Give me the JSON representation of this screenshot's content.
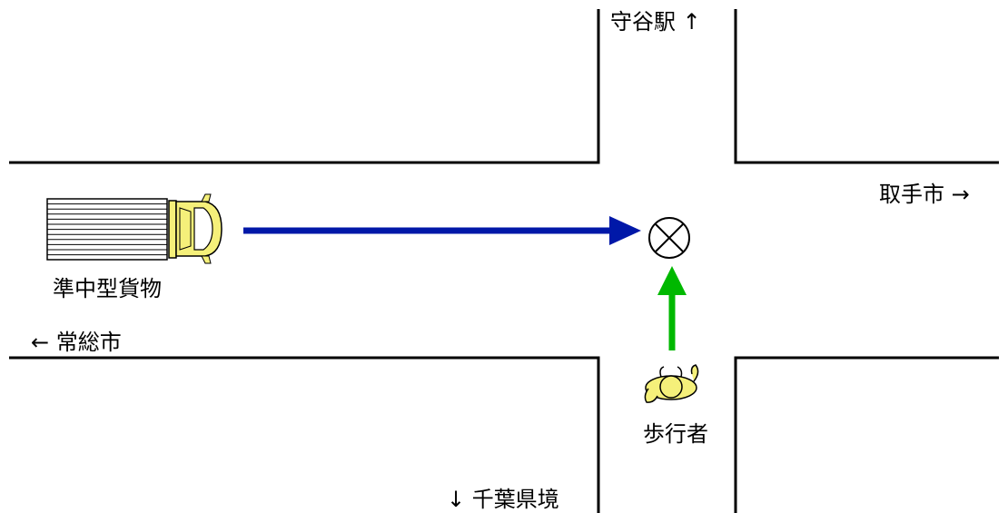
{
  "directions": {
    "north": "守谷駅 ↑",
    "east": "取手市 →",
    "west": "← 常総市",
    "south": "↓ 千葉県境"
  },
  "participants": {
    "truck": "準中型貨物",
    "pedestrian": "歩行者"
  },
  "colors": {
    "road_edge": "#000000",
    "truck_path": "#0018a8",
    "pedestrian_path": "#00b800",
    "truck_cab": "#f5f07a",
    "pedestrian_body": "#f5f07a"
  },
  "icons": {
    "collision_point": "circle-x-icon",
    "truck": "truck-icon",
    "pedestrian": "pedestrian-icon"
  }
}
